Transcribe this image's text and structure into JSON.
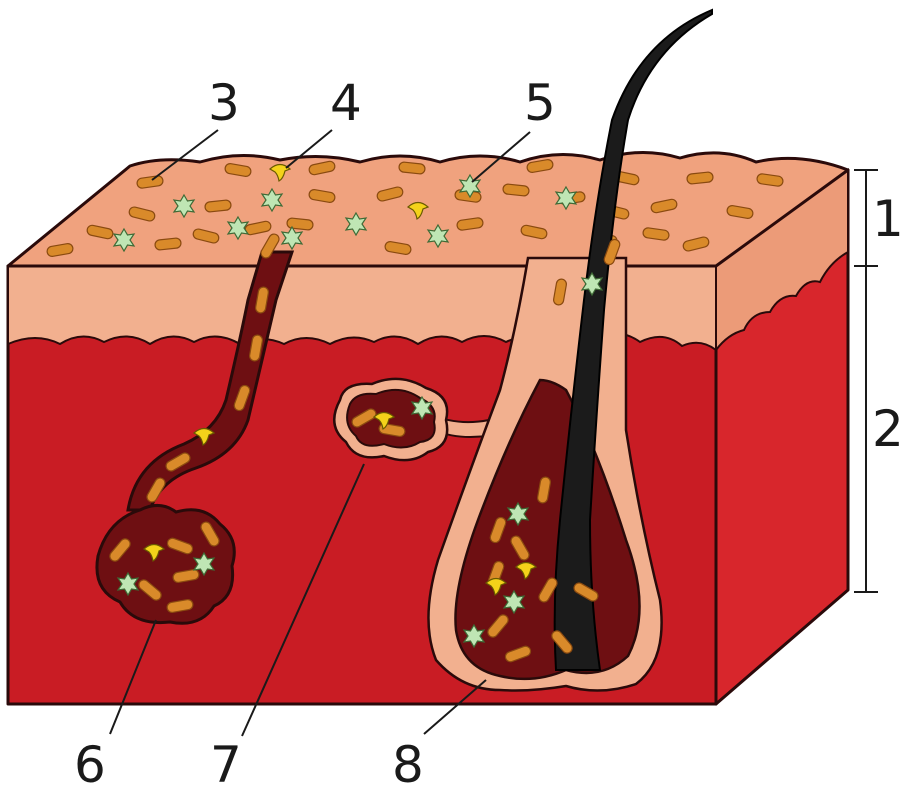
{
  "labels": {
    "layer_epidermis": "1",
    "layer_dermis": "2",
    "callout_3": "3",
    "callout_4": "4",
    "callout_5": "5",
    "callout_6": "6",
    "callout_7": "7",
    "callout_8": "8"
  },
  "colors": {
    "epidermis_top": "#f0a27e",
    "epidermis_side": "#f2b08f",
    "dermis_front": "#c91c24",
    "dermis_side": "#d8262c",
    "gland_dark": "#6e0f12",
    "bacteria_rod": "#d98a2a",
    "star_cell": "#bfe6b4",
    "yellow_cell": "#f4d21a",
    "hair": "#1b1b1b"
  }
}
